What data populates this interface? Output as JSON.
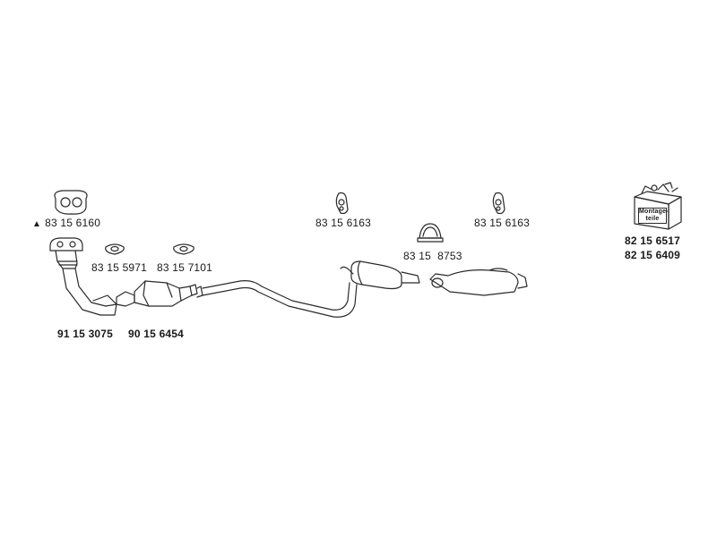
{
  "parts": {
    "flange_gasket_top": {
      "number": "83 15 6160",
      "marker": "▲"
    },
    "gasket_1": {
      "number": "83 15 5971"
    },
    "gasket_2": {
      "number": "83 15 7101"
    },
    "front_pipe": {
      "number": "91 15 3075"
    },
    "catalytic_converter": {
      "number": "90 15 6454"
    },
    "hanger_1": {
      "number": "83 15 6163"
    },
    "clamp": {
      "number": "83 15  8753"
    },
    "hanger_2": {
      "number": "83 15 6163"
    },
    "mounting_kit": {
      "label": "Montage-teile",
      "number_1": "82 15 6517",
      "number_2": "82 15 6409"
    }
  },
  "colors": {
    "line": "#2a2a2a",
    "fill": "#ffffff"
  }
}
